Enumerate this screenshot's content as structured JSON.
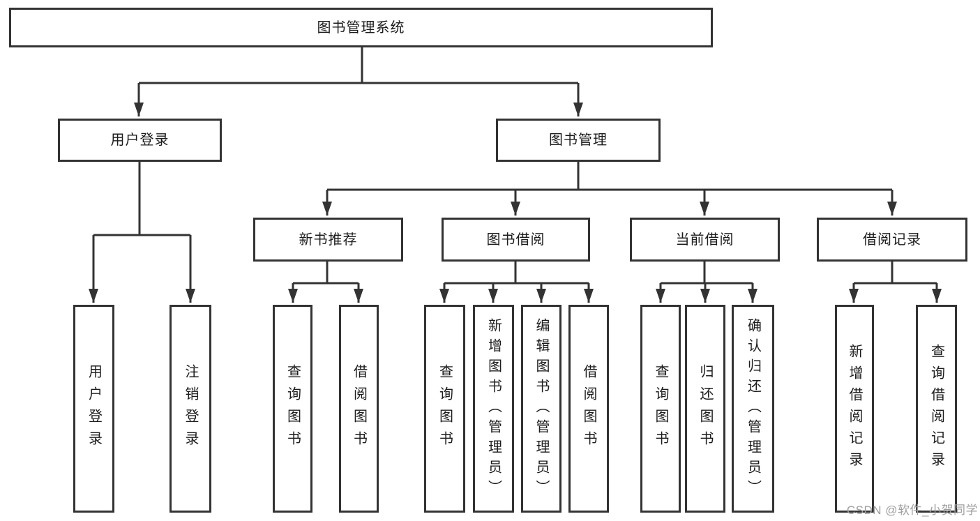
{
  "diagram_type": "hierarchy",
  "colors": {
    "line": "#333333",
    "box_border": "#333333",
    "text": "#1c1c1c",
    "watermark": "#9e9e9e",
    "background": "#ffffff"
  },
  "nodes": {
    "root": "图书管理系统",
    "user_login": "用户登录",
    "book_mgmt": "图书管理",
    "new_book_rec": "新书推荐",
    "book_borrow": "图书借阅",
    "current_borrow": "当前借阅",
    "borrow_record": "借阅记录",
    "leaf_user_login": "用户登录",
    "leaf_logout": "注销登录",
    "rec_query_books": "查询图书",
    "rec_borrow_books": "借阅图书",
    "bb_query_books": "查询图书",
    "bb_add_books": "新增图书（管理员）",
    "bb_edit_books": "编辑图书（管理员）",
    "bb_borrow_books": "借阅图书",
    "cb_query_books": "查询图书",
    "cb_return_books": "归还图书",
    "cb_confirm_return": "确认归还（管理员）",
    "br_add_record": "新增借阅记录",
    "br_query_record": "查询借阅记录"
  },
  "watermark": "CSDN @软件_小贺同学",
  "hierarchy": {
    "图书管理系统": {
      "用户登录": [
        "用户登录",
        "注销登录"
      ],
      "图书管理": {
        "新书推荐": [
          "查询图书",
          "借阅图书"
        ],
        "图书借阅": [
          "查询图书",
          "新增图书（管理员）",
          "编辑图书（管理员）",
          "借阅图书"
        ],
        "当前借阅": [
          "查询图书",
          "归还图书",
          "确认归还（管理员）"
        ],
        "借阅记录": [
          "新增借阅记录",
          "查询借阅记录"
        ]
      }
    }
  }
}
